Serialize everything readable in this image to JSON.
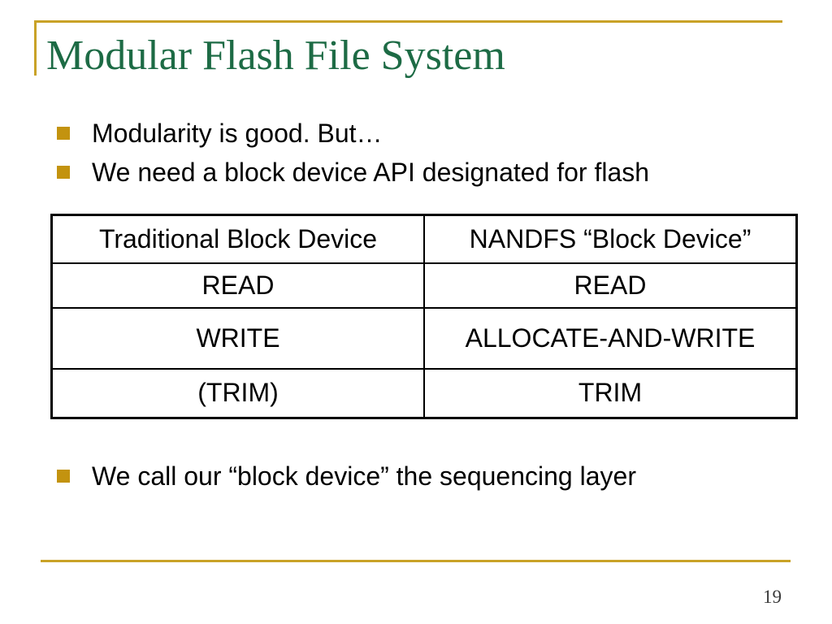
{
  "slide": {
    "title": "Modular Flash File System",
    "bullets_top": [
      "Modularity is good. But…",
      "We need a block device API designated for flash"
    ],
    "bullet_bottom": "We call our “block device” the sequencing layer",
    "table": {
      "headers": [
        {
          "label": "Traditional Block Device",
          "color": "#E8391C"
        },
        {
          "label": "NANDFS “Block Device”",
          "color": "#2222CC"
        }
      ],
      "rows": [
        [
          "READ",
          "READ"
        ],
        [
          "WRITE",
          "ALLOCATE-AND-WRITE"
        ],
        [
          "(TRIM)",
          "TRIM"
        ]
      ]
    },
    "page_number": "19",
    "colors": {
      "accent_gold": "#C9A227",
      "bullet_gold": "#C3930F",
      "title_green": "#1D6B45",
      "header_red": "#E8391C",
      "header_blue": "#2222CC"
    }
  }
}
